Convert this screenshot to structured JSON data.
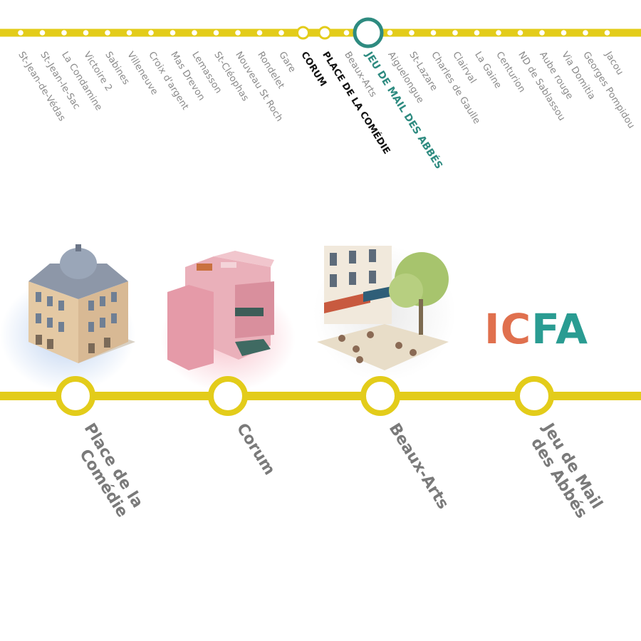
{
  "line_color": "#e3cc1a",
  "accent_color": "#2e8b80",
  "top_line": {
    "stations": [
      "St-Jean-de-Védas",
      "St-Jean-le-Sac",
      "La Condamine",
      "Victoire 2",
      "Sabines",
      "Villeneuve",
      "Croix d'argent",
      "Mas Drevon",
      "Lemasson",
      "St-Cléophas",
      "Nouveau St Roch",
      "Rondelet",
      "Gare",
      "CORUM",
      "PLACE DE LA COMÉDIE",
      "Beaux-Arts",
      "JEU DE MAIL DES ABBÉS",
      "Aiguelongue",
      "St-Lazare",
      "Charles de Gaulle",
      "Clairval",
      "La Gaine",
      "Centurion",
      "ND de Sablassou",
      "Aube rouge",
      "Via Domitia",
      "Georges Pompidou",
      "Jacou"
    ],
    "bold_stations": [
      "CORUM",
      "PLACE DE LA COMÉDIE"
    ],
    "current_station": "JEU DE MAIL DES ABBÉS"
  },
  "bottom_line": {
    "stops": [
      {
        "label_lines": [
          "Place de la",
          "Comédie"
        ],
        "illustration": "haussmann-building-illustration"
      },
      {
        "label_lines": [
          "Corum"
        ],
        "illustration": "corum-pink-building-illustration"
      },
      {
        "label_lines": [
          "Beaux-Arts"
        ],
        "illustration": "cafe-terrace-illustration"
      },
      {
        "label_lines": [
          "Jeu de Mail",
          "des Abbés"
        ],
        "illustration": "icfa-logo"
      }
    ]
  },
  "logo": {
    "text": "ICFA",
    "colors": [
      "#e0704e",
      "#2a9c92"
    ]
  }
}
